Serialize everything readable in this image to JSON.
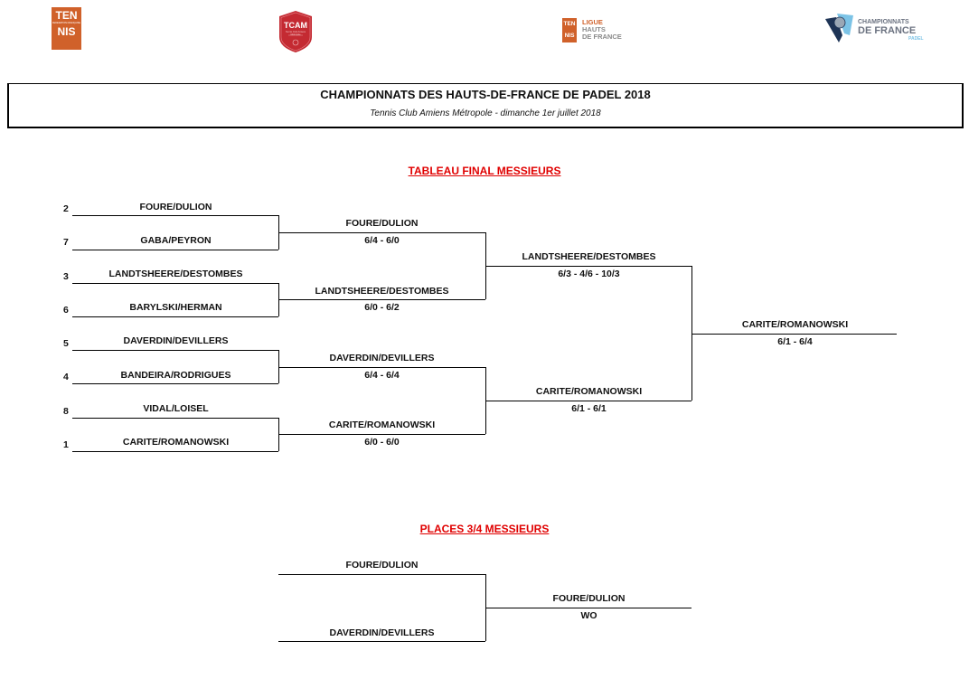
{
  "logos": {
    "fft": {
      "line1": "TEN",
      "line2": "NIS",
      "small": "FÉDÉRATION FRANÇAISE",
      "color": "#d0612a"
    },
    "tcam": {
      "name": "TCAM",
      "small": "Tennis Club Amiens Métropole",
      "color": "#c42a32"
    },
    "ligue": {
      "badge1": "TEN",
      "badge2": "NIS",
      "line1": "LIGUE",
      "line2": "HAUTS",
      "line3": "DE FRANCE",
      "color": "#d0612a"
    },
    "padel": {
      "line1": "CHAMPIONNATS",
      "line2": "DE FRANCE",
      "line3": "PADEL",
      "navy": "#1e3456",
      "sky": "#7cc3e6"
    }
  },
  "header": {
    "title": "CHAMPIONNATS DES HAUTS-DE-FRANCE DE PADEL 2018",
    "subtitle": "Tennis Club Amiens Métropole - dimanche 1er juillet 2018"
  },
  "main_draw": {
    "title": "TABLEAU FINAL MESSIEURS",
    "round1": [
      {
        "seed": "2",
        "team": "FOURE/DULION"
      },
      {
        "seed": "7",
        "team": "GABA/PEYRON"
      },
      {
        "seed": "3",
        "team": "LANDTSHEERE/DESTOMBES"
      },
      {
        "seed": "6",
        "team": "BARYLSKI/HERMAN"
      },
      {
        "seed": "5",
        "team": "DAVERDIN/DEVILLERS"
      },
      {
        "seed": "4",
        "team": "BANDEIRA/RODRIGUES"
      },
      {
        "seed": "8",
        "team": "VIDAL/LOISEL"
      },
      {
        "seed": "1",
        "team": "CARITE/ROMANOWSKI"
      }
    ],
    "round2": [
      {
        "team": "FOURE/DULION",
        "score": "6/4 - 6/0"
      },
      {
        "team": "LANDTSHEERE/DESTOMBES",
        "score": "6/0 - 6/2"
      },
      {
        "team": "DAVERDIN/DEVILLERS",
        "score": "6/4 - 6/4"
      },
      {
        "team": "CARITE/ROMANOWSKI",
        "score": "6/0 - 6/0"
      }
    ],
    "semis": [
      {
        "team": "LANDTSHEERE/DESTOMBES",
        "score": "6/3 - 4/6 - 10/3"
      },
      {
        "team": "CARITE/ROMANOWSKI",
        "score": "6/1 - 6/1"
      }
    ],
    "final": {
      "team": "CARITE/ROMANOWSKI",
      "score": "6/1 - 6/4"
    }
  },
  "third_place": {
    "title": "PLACES 3/4 MESSIEURS",
    "entrants": [
      {
        "team": "FOURE/DULION"
      },
      {
        "team": "DAVERDIN/DEVILLERS"
      }
    ],
    "result": {
      "team": "FOURE/DULION",
      "score": "WO"
    }
  }
}
